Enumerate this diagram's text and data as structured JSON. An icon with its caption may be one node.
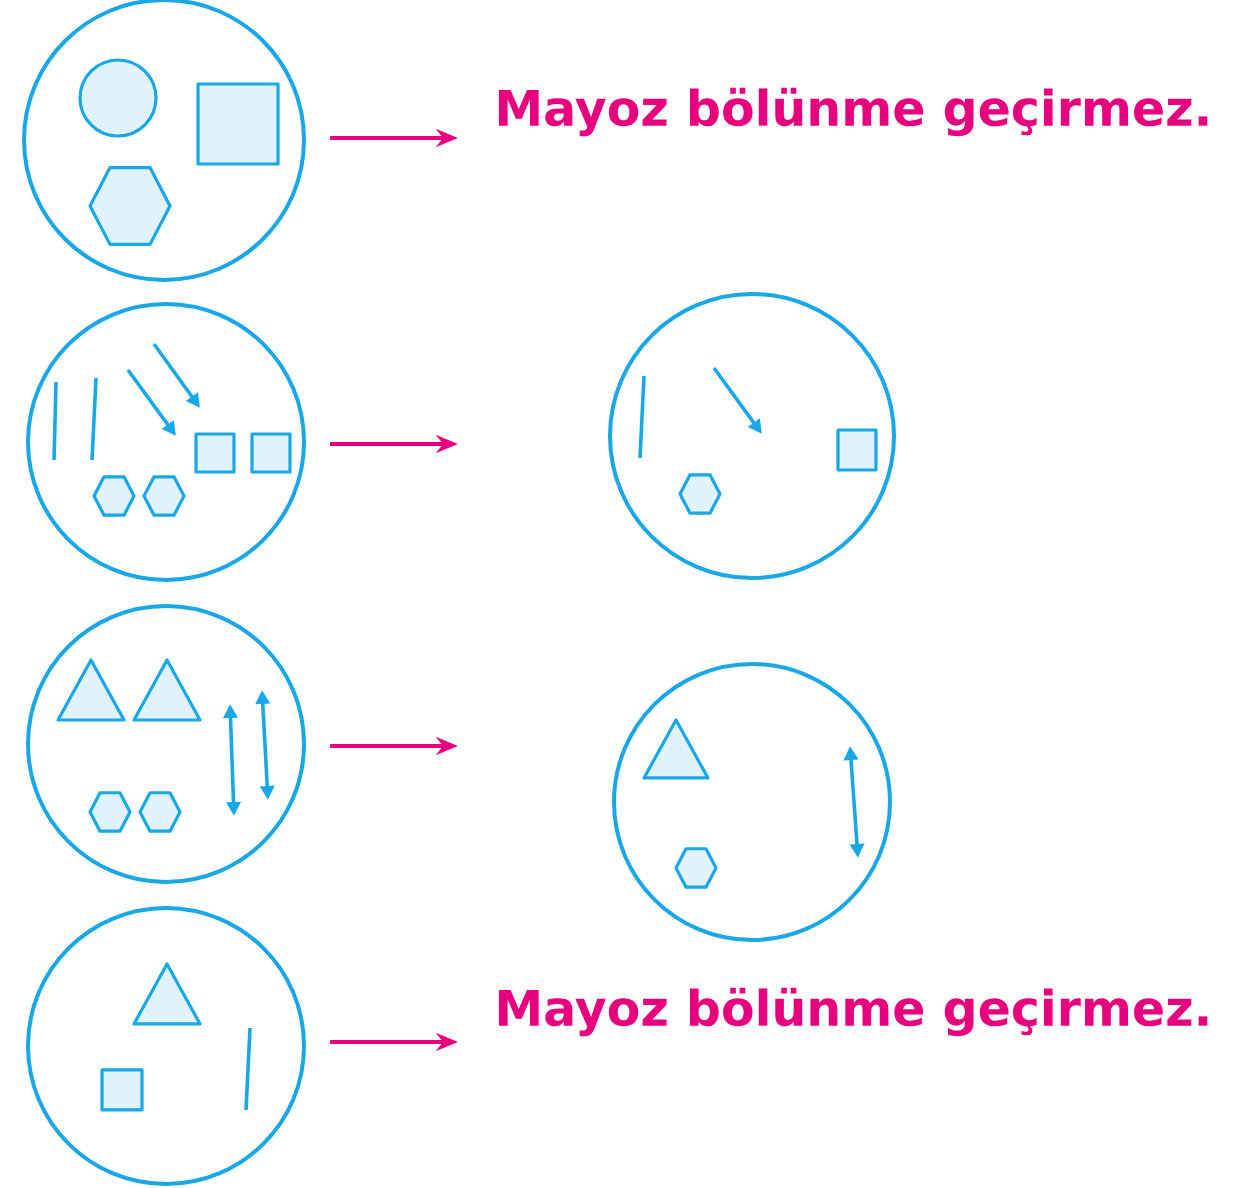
{
  "diagram": {
    "nodes": [
      {
        "text": [],
        "shape": "circle"
      },
      {
        "text": [
          "Mayoz bölünme geçirmez."
        ]
      },
      {
        "text": [],
        "shape": "circle"
      },
      {
        "text": [],
        "shape": "circle"
      },
      {
        "text": [],
        "shape": "circle"
      },
      {
        "text": [],
        "shape": "circle"
      },
      {
        "text": [],
        "shape": "circle"
      },
      {
        "text": [
          "Mayoz bölünme geçirmez."
        ]
      }
    ],
    "edges": [
      {
        "from": 0,
        "to": 1,
        "arrow": "to"
      },
      {
        "from": 2,
        "to": null,
        "arrow": "to"
      },
      {
        "from": 4,
        "to": null,
        "arrow": "to"
      },
      {
        "from": 6,
        "to": 7,
        "arrow": "to"
      }
    ]
  }
}
